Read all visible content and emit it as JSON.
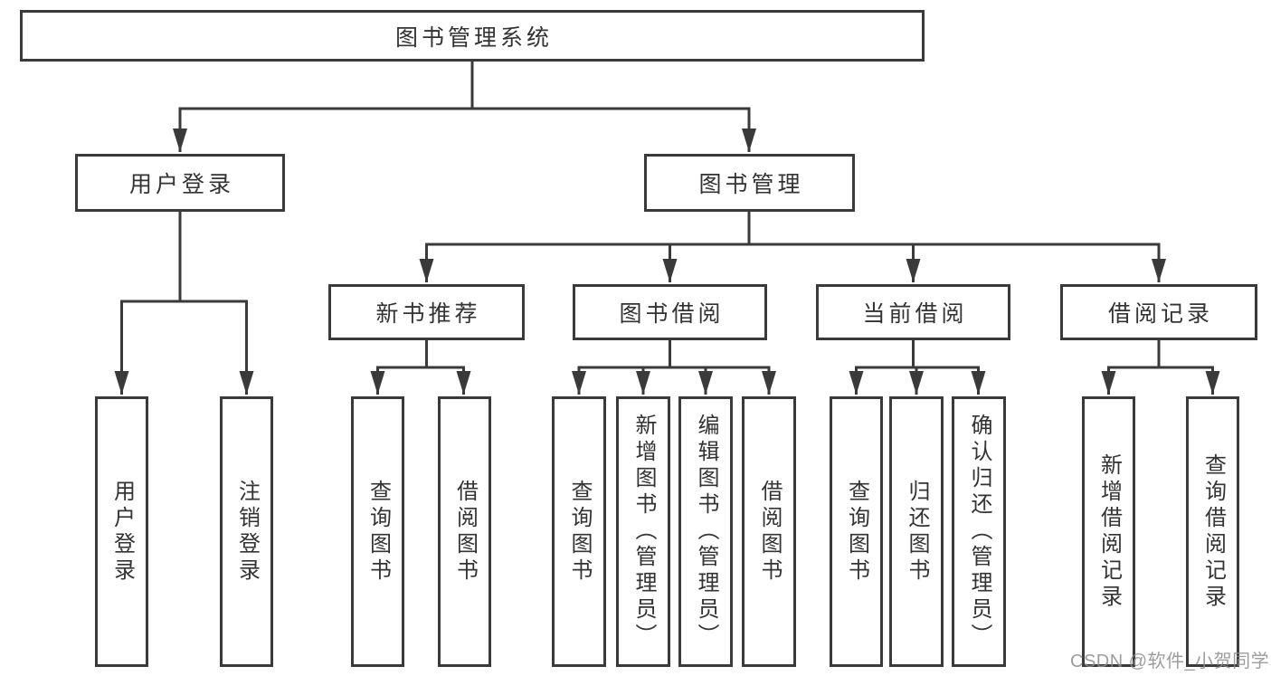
{
  "diagram": {
    "root": {
      "label": "图书管理系统"
    },
    "branches": [
      {
        "label": "用户登录",
        "children": [
          {
            "label": "用户登录"
          },
          {
            "label": "注销登录"
          }
        ]
      },
      {
        "label": "图书管理",
        "children": [
          {
            "label": "新书推荐",
            "children": [
              {
                "label": "查询图书"
              },
              {
                "label": "借阅图书"
              }
            ]
          },
          {
            "label": "图书借阅",
            "children": [
              {
                "label": "查询图书"
              },
              {
                "label": "新增图书（管理员）"
              },
              {
                "label": "编辑图书（管理员）"
              },
              {
                "label": "借阅图书"
              }
            ]
          },
          {
            "label": "当前借阅",
            "children": [
              {
                "label": "查询图书"
              },
              {
                "label": "归还图书"
              },
              {
                "label": "确认归还（管理员）"
              }
            ]
          },
          {
            "label": "借阅记录",
            "children": [
              {
                "label": "新增借阅记录"
              },
              {
                "label": "查询借阅记录"
              }
            ]
          }
        ]
      }
    ]
  },
  "watermark": {
    "text": "CSDN @软件_小贺同学"
  },
  "colors": {
    "line": "#3a3a3a",
    "text": "#333333",
    "watermark": "#8c8c8c",
    "background": "#ffffff"
  }
}
